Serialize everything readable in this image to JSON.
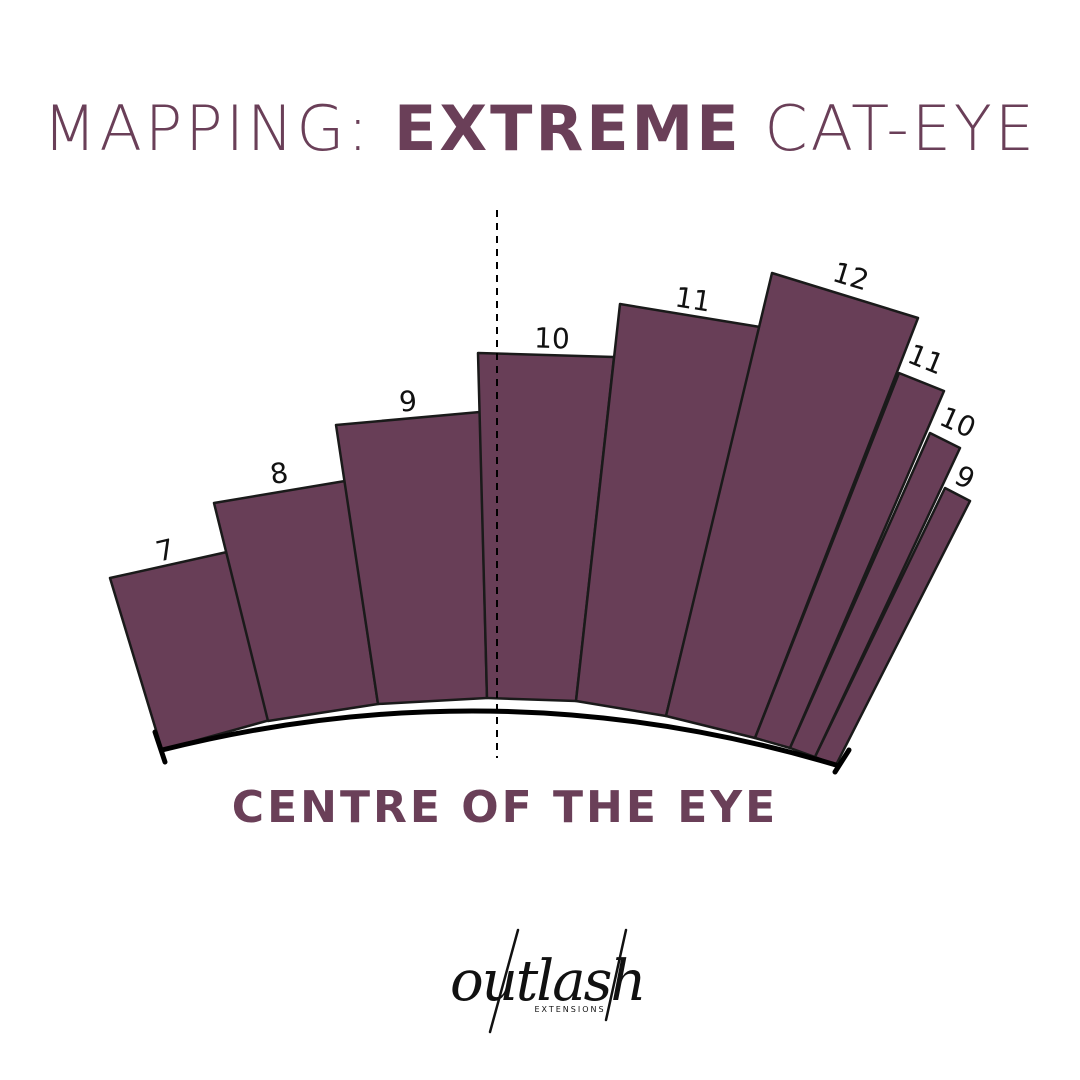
{
  "title": {
    "prefix": "MAPPING: ",
    "emphasis": "EXTREME",
    "suffix": " CAT-EYE"
  },
  "caption": "CENTRE OF THE EYE",
  "lash_lengths": [
    "7",
    "8",
    "9",
    "10",
    "11",
    "12",
    "11",
    "10",
    "9"
  ],
  "logo": {
    "wordmark": "outlash",
    "subtitle": "EXTENSIONS"
  },
  "colors": {
    "fill": "#683e57",
    "stroke": "#1a1a1a",
    "text": "#6a3f58"
  }
}
